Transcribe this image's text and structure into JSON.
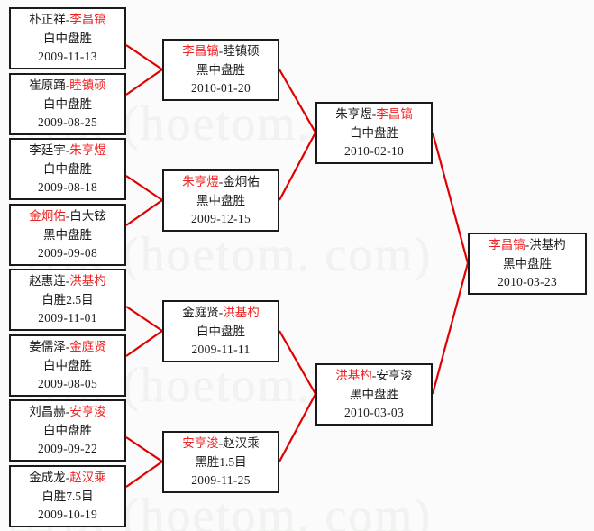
{
  "watermark": {
    "text": "围棋 (hoetom. com)",
    "rows": 4,
    "color": "#f1f3f1"
  },
  "colors": {
    "winner": "#ee2222",
    "loser": "#1a1a1a",
    "connector": "#e00000",
    "box_border": "#1a1a1a",
    "background": "#fbfbfb"
  },
  "bracket": {
    "rounds": [
      {
        "name": "round-1",
        "matches": [
          {
            "left": "朴正祥",
            "right": "李昌镐",
            "winner": "right",
            "result": "白中盘胜",
            "date": "2009-11-13"
          },
          {
            "left": "崔原踊",
            "right": "睦镇硕",
            "winner": "right",
            "result": "白中盘胜",
            "date": "2009-08-25"
          },
          {
            "left": "李廷宇",
            "right": "朱亨煜",
            "winner": "right",
            "result": "白中盘胜",
            "date": "2009-08-18"
          },
          {
            "left": "金炯佑",
            "right": "白大铉",
            "winner": "left",
            "result": "黑中盘胜",
            "date": "2009-09-08"
          },
          {
            "left": "赵惠连",
            "right": "洪基杓",
            "winner": "right",
            "result": "白胜2.5目",
            "date": "2009-11-01"
          },
          {
            "left": "姜儒泽",
            "right": "金庭贤",
            "winner": "right",
            "result": "白中盘胜",
            "date": "2009-08-05"
          },
          {
            "left": "刘昌赫",
            "right": "安亨浚",
            "winner": "right",
            "result": "白中盘胜",
            "date": "2009-09-22"
          },
          {
            "left": "金成龙",
            "right": "赵汉乘",
            "winner": "right",
            "result": "白胜7.5目",
            "date": "2009-10-19"
          }
        ]
      },
      {
        "name": "round-2",
        "matches": [
          {
            "left": "李昌镐",
            "right": "睦镇硕",
            "winner": "left",
            "result": "黑中盘胜",
            "date": "2010-01-20"
          },
          {
            "left": "朱亨煜",
            "right": "金炯佑",
            "winner": "left",
            "result": "黑中盘胜",
            "date": "2009-12-15"
          },
          {
            "left": "金庭贤",
            "right": "洪基杓",
            "winner": "right",
            "result": "白中盘胜",
            "date": "2009-11-11"
          },
          {
            "left": "安亨浚",
            "right": "赵汉乘",
            "winner": "left",
            "result": "黑胜1.5目",
            "date": "2009-11-25"
          }
        ]
      },
      {
        "name": "semifinal",
        "matches": [
          {
            "left": "朱亨煜",
            "right": "李昌镐",
            "winner": "right",
            "result": "白中盘胜",
            "date": "2010-02-10"
          },
          {
            "left": "洪基杓",
            "right": "安亨浚",
            "winner": "left",
            "result": "黑中盘胜",
            "date": "2010-03-03"
          }
        ]
      },
      {
        "name": "final",
        "matches": [
          {
            "left": "李昌镐",
            "right": "洪基杓",
            "winner": "left",
            "result": "黑中盘胜",
            "date": "2010-03-23"
          }
        ]
      }
    ]
  }
}
